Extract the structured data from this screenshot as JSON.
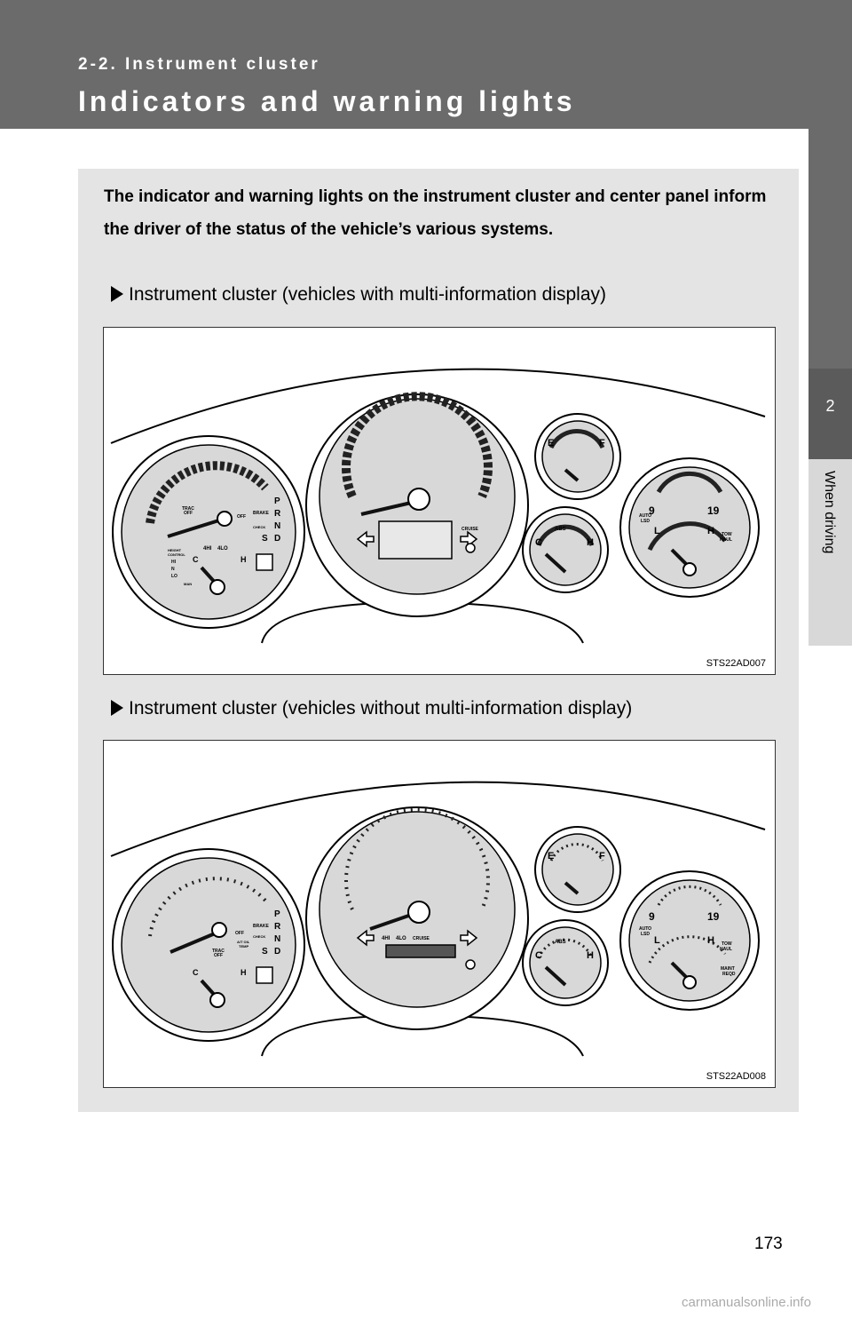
{
  "header": {
    "section": "2-2. Instrument cluster",
    "title": "Indicators and warning lights"
  },
  "side_tab": {
    "number": "2",
    "label": "When driving"
  },
  "intro": "The indicator and warning lights on the instrument cluster and center panel inform the driver of the status of the vehicle’s various systems.",
  "figures": [
    {
      "caption": "Instrument cluster (vehicles with multi-information display)",
      "code": "STS22AD007",
      "labels": {
        "gear": [
          "P",
          "R",
          "N",
          "D",
          "S"
        ],
        "brake": "BRAKE",
        "check": "CHECK",
        "trac": "TRAC",
        "off": "OFF",
        "height": "HEIGHT",
        "control": "CONTROL",
        "hi": "HI",
        "n": "N",
        "lo": "LO",
        "man": "MAN",
        "fourhi": "4HI",
        "fourlo": "4LO",
        "c": "C",
        "h": "H",
        "e": "E",
        "f": "F",
        "abs": "ABS",
        "cruise": "CRUISE",
        "auto": "AUTO",
        "lsd": "LSD",
        "l": "L",
        "nine": "9",
        "nineteen": "19",
        "tow": "TOW",
        "haul": "HAUL"
      }
    },
    {
      "caption": "Instrument cluster (vehicles without multi-information display)",
      "code": "STS22AD008",
      "labels": {
        "gear": [
          "P",
          "R",
          "N",
          "D",
          "S"
        ],
        "brake": "BRAKE",
        "check": "CHECK",
        "off": "OFF",
        "at_oil": "A/T OIL",
        "temp": "TEMP",
        "trac": "TRAC",
        "c": "C",
        "h": "H",
        "e": "E",
        "f": "F",
        "abs": "ABS",
        "fourhi": "4HI",
        "fourlo": "4LO",
        "cruise": "CRUISE",
        "auto": "AUTO",
        "lsd": "LSD",
        "l": "L",
        "nine": "9",
        "nineteen": "19",
        "tow": "TOW",
        "haul": "HAUL",
        "maint": "MAINT",
        "reqd": "REQD"
      }
    }
  ],
  "page_number": "173",
  "watermark": "carmanualsonline.info"
}
